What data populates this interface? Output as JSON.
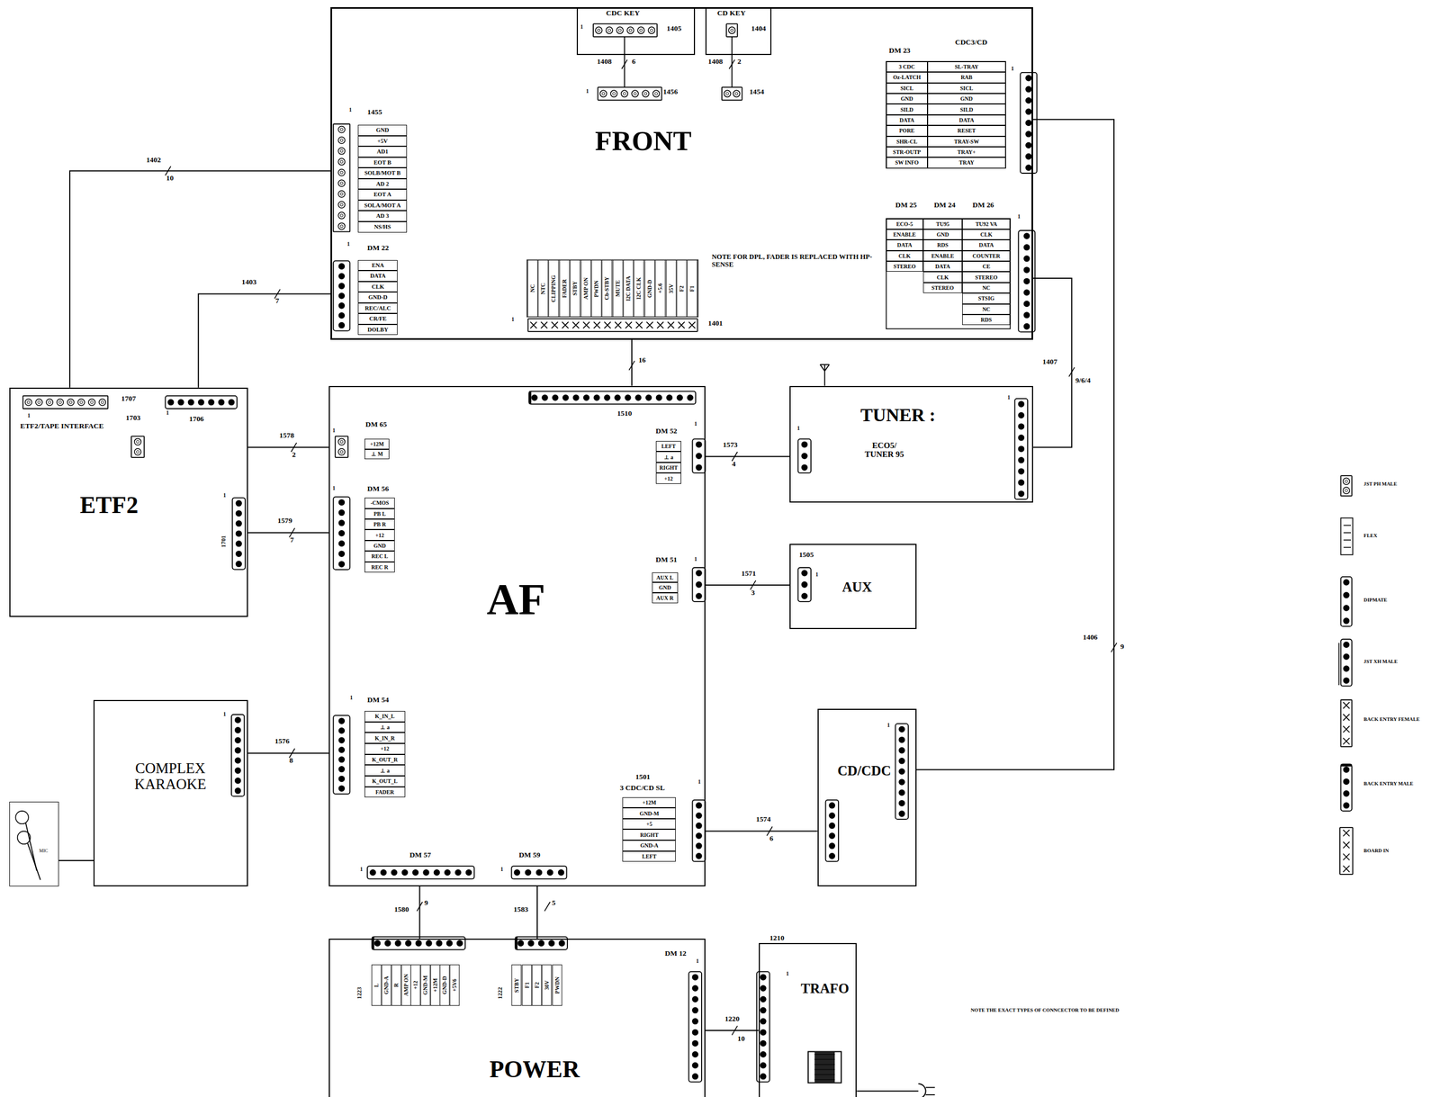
{
  "diagram": {
    "nodes": [
      {
        "text": [
          "FRONT"
        ]
      },
      {
        "text": [
          "CDC KEY"
        ],
        "in": 0
      },
      {
        "text": [
          "CD KEY"
        ],
        "in": 0
      },
      {
        "text": [
          "ETF2"
        ]
      },
      {
        "text": [
          "AF"
        ]
      },
      {
        "text": [
          "TUNER :",
          "ECO5/ TUNER 95"
        ]
      },
      {
        "text": [
          "AUX"
        ]
      },
      {
        "text": [
          "COMPLEX KARAOKE"
        ]
      },
      {
        "text": [
          "MIC"
        ]
      },
      {
        "text": [
          "CD/CDC"
        ]
      },
      {
        "text": [
          "POWER"
        ]
      },
      {
        "text": [
          "TRAFO"
        ]
      }
    ],
    "edges": [
      {
        "from": 3,
        "to": 0,
        "arrow": "none",
        "label": "1402"
      },
      {
        "from": 3,
        "to": 0,
        "arrow": "none",
        "label": "1403"
      },
      {
        "from": 3,
        "to": 4,
        "arrow": "none",
        "label": "1578"
      },
      {
        "from": 3,
        "to": 4,
        "arrow": "none",
        "label": "1579"
      },
      {
        "from": 7,
        "to": 4,
        "arrow": "none",
        "label": "1576"
      },
      {
        "from": 8,
        "to": 7,
        "arrow": "none"
      },
      {
        "from": 0,
        "to": 4,
        "arrow": "none",
        "label": "16"
      },
      {
        "from": 4,
        "to": 5,
        "arrow": "none",
        "label": "1573"
      },
      {
        "from": 0,
        "to": 5,
        "arrow": "none",
        "label": "1407"
      },
      {
        "from": 4,
        "to": 6,
        "arrow": "none",
        "label": "1571"
      },
      {
        "from": 4,
        "to": 9,
        "arrow": "none",
        "label": "1574"
      },
      {
        "from": 0,
        "to": 9,
        "arrow": "none",
        "label": "1406"
      },
      {
        "from": 4,
        "to": 10,
        "arrow": "none",
        "label": "1580"
      },
      {
        "from": 4,
        "to": 10,
        "arrow": "none",
        "label": "1583"
      },
      {
        "from": 10,
        "to": 11,
        "arrow": "none",
        "label": "1220"
      }
    ],
    "labels": [
      "1",
      "1405",
      "1404",
      "1408",
      "6",
      "1408",
      "2",
      "1",
      "1456",
      "1454",
      "1",
      "1455",
      "GND",
      "+5V",
      "AD1",
      "EOT B",
      "SOLB/MOT B",
      "AD 2",
      "EOT A",
      "SOLA/MOT A",
      "AD 3",
      "NS/HS",
      "10",
      "1",
      "DM 22",
      "ENA",
      "DATA",
      "CLK",
      "GND-D",
      "REC/ALC",
      "CR/FE",
      "DOLBY",
      "7",
      "NOTE FOR DPL, FADER IS REPLACED WITH HP-SENSE",
      "NC",
      "NTC",
      "CLIPPING",
      "FADER",
      "STBY",
      "AMP ON",
      "PWDN",
      "Cb-STBY",
      "MUTE",
      "I2C DATA",
      "I2C CLK",
      "GND-D",
      "+5.6",
      "35V",
      "F2",
      "F1",
      "1",
      "1401",
      "DM 23",
      "CDC3/CD",
      "1",
      "3 CDC",
      "Oz-LATCH",
      "SICL",
      "GND",
      "SILD",
      "DATA",
      "PORE",
      "SHR-CL",
      "STR-OUTP",
      "SW INFO",
      "SL-TRAY",
      "RAB",
      "SICL",
      "GND",
      "SILD",
      "DATA",
      "RESET",
      "TRAY-SW",
      "TRAY+",
      "TRAY",
      "DM 25",
      "DM 24",
      "DM 26",
      "1",
      "ECO-5",
      "ENABLE",
      "DATA",
      "CLK",
      "STEREO",
      "TU95",
      "GND",
      "RDS",
      "ENABLE",
      "DATA",
      "CLK",
      "STEREO",
      "TU92 VA",
      "CLK",
      "DATA",
      "COUNTER",
      "CE",
      "STEREO",
      "NC",
      "STSIG",
      "NC",
      "RDS",
      "9/6/4",
      "1510",
      "1",
      "1",
      "1707",
      "ETF2/TAPE INTERFACE",
      "1703",
      "1706",
      "1",
      "2",
      "1",
      "1701",
      "7",
      "DM 65",
      "1",
      "+12M",
      "⊥ M",
      "DM 56",
      "1",
      "-CMOS",
      "PB L",
      "PB R",
      "+12",
      "GND",
      "REC L",
      "REC R",
      "DM 52",
      "1",
      "LEFT",
      "⊥ a",
      "RIGHT",
      "+12",
      "4",
      "1",
      "DM 51",
      "1",
      "AUX L",
      "GND",
      "AUX R",
      "1505",
      "1",
      "3",
      "DM 54",
      "1",
      "K_IN_L",
      "⊥ a",
      "K_IN_R",
      "+12",
      "K_OUT_R",
      "⊥ a",
      "K_OUT_L",
      "FADER",
      "1",
      "8",
      "1501",
      "3 CDC/CD SL",
      "+12M",
      "GND-M",
      "+5",
      "RIGHT",
      "GND-A",
      "LEFT",
      "1",
      "6",
      "1",
      "9",
      "DM 57",
      "1",
      "DM 59",
      "1",
      "9",
      "5",
      "1223",
      "L",
      "GND-A",
      "R",
      "AMP ON",
      "+12",
      "GND-M",
      "+12M",
      "GND-D",
      "+5V6",
      "1222",
      "STBY",
      "F1",
      "F2",
      "30V",
      "PWDN",
      "DM 12",
      "1",
      "1210",
      "1",
      "10",
      "NOTE THE EXACT TYPES OF CONNCECTOR TO BE DEFINED"
    ],
    "legend": [
      {
        "text": "JST PH MALE"
      },
      {
        "text": "FLEX"
      },
      {
        "text": "DIPMATE"
      },
      {
        "text": "JST XH MALE"
      },
      {
        "text": "BACK ENTRY FEMALE"
      },
      {
        "text": "BACK ENTRY MALE"
      },
      {
        "text": "BOARD IN"
      }
    ]
  }
}
